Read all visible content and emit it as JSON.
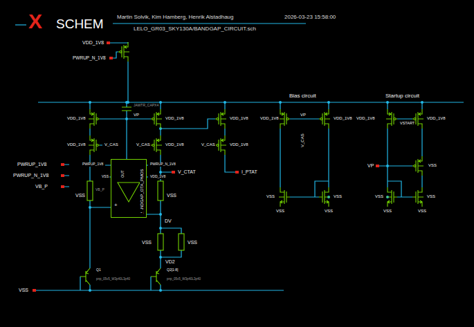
{
  "diagram": {
    "nodes": [
      {
        "text": [
          "BANDGAP_OTA_PMOS"
        ]
      }
    ],
    "labels": [
      "X",
      "SCHEM",
      "Martin Solvik, Kim Hamberg, Henrik Alstadhaug",
      "2026-03-23 15:58:00",
      "LELO_GR03_SKY130A/BANDGAP_CIRCUIT.sch",
      "VDD_1V8",
      "PWRUP_N_1V8",
      "JAWTR_CAPX4",
      "VP",
      "VDD_1V8",
      "VDD_1V8",
      "V_CAS",
      "VDD_1V8",
      "V_CAS",
      "VDD_1V8",
      "VDD_1V8",
      "V_CAS",
      "VDD_1V8",
      "I_PTAT",
      "PWRUP_1V8",
      "PWRUP_N_1V8",
      "VB_P",
      "PWRUP_1V8",
      "PWRUP_N_1V8",
      "VSS",
      "VDD_1V8",
      "V_CTAT",
      "OUT",
      "+",
      "-",
      "VB_P",
      "VSS",
      "VSS",
      "DV",
      "VSS",
      "VSS",
      "VD2",
      "Q1",
      "pnp_05v5_W3p40L3p40",
      "Q2[1:8]",
      "pnp_05v5_W3p40L3p40",
      "VSS",
      "Bias circuit",
      "Startup circuit",
      "VDD_1V8",
      "VP",
      "V_CAS",
      "VDD_1V8",
      "VSS",
      "VSS",
      "VSS",
      "VSS",
      "VDD_1V8",
      "VSTART",
      "VDD_1V8",
      "VP",
      "VSS",
      "VSS",
      "VSS",
      "VSS",
      "VSS"
    ]
  }
}
